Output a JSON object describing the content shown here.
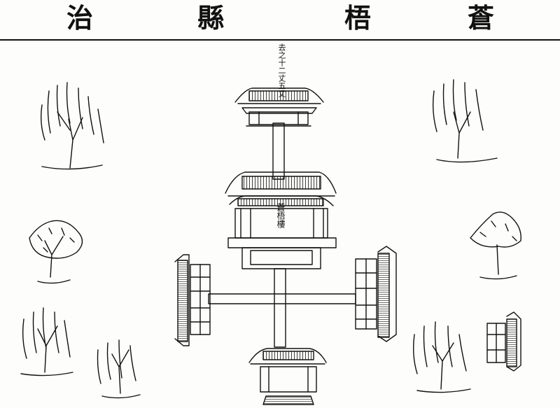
{
  "header": {
    "title_chars": [
      "治",
      "縣",
      "梧",
      "蒼"
    ]
  },
  "annotations": {
    "top_inscription": "去之十二丈五丈",
    "tower_label": "蒼梧樓"
  },
  "colors": {
    "ink": "#111111",
    "paper": "#fdfdfb"
  }
}
